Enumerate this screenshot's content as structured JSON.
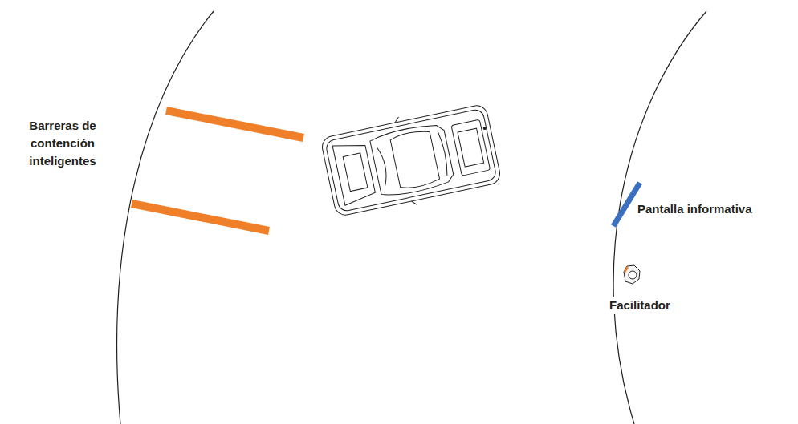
{
  "diagram": {
    "labels": [
      "Barreras de contención inteligentes",
      "Pantalla informativa",
      "Facilitador"
    ]
  }
}
